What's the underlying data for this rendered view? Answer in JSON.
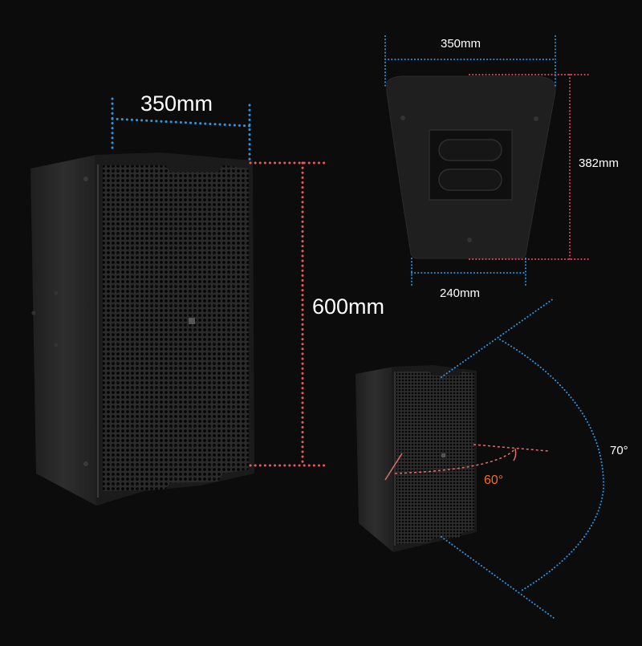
{
  "diagram": {
    "background": "#0c0c0c",
    "colors": {
      "width_dimension": "#2f95e0",
      "height_dimension": "#e85a5a",
      "horizontal_angle": "#e07070",
      "vertical_angle": "#2f95e0",
      "angle_label_horizontal": "#f26b21",
      "label_text": "#ffffff"
    },
    "front_view": {
      "width_label": "350mm",
      "height_label": "600mm"
    },
    "top_view": {
      "front_width_label": "350mm",
      "depth_label": "382mm",
      "rear_width_label": "240mm"
    },
    "coverage_view": {
      "horizontal_coverage_label": "60°",
      "vertical_coverage_label": "70°"
    }
  }
}
